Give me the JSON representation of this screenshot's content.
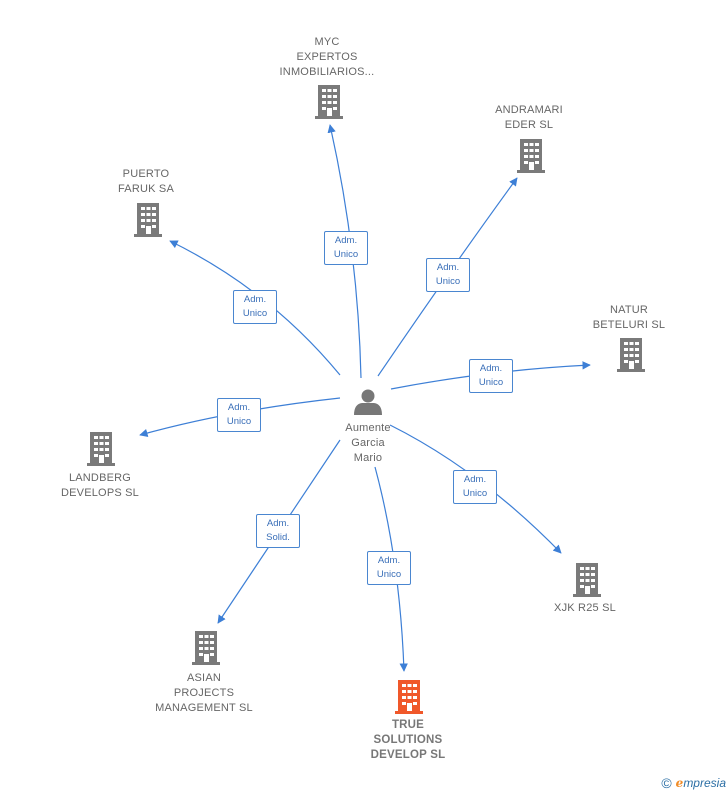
{
  "center": {
    "label": "Aumente\nGarcia\nMario",
    "icon": "person-icon"
  },
  "companies": [
    {
      "id": "myc",
      "label": "MYC\nEXPERTOS\nINMOBILIARIOS...",
      "role": "Adm.\nUnico",
      "highlight": false
    },
    {
      "id": "andramari",
      "label": "ANDRAMARI\nEDER SL",
      "role": "Adm.\nUnico",
      "highlight": false
    },
    {
      "id": "puerto",
      "label": "PUERTO\nFARUK SA",
      "role": "Adm.\nUnico",
      "highlight": false
    },
    {
      "id": "natur",
      "label": "NATUR\nBETELURI  SL",
      "role": "Adm.\nUnico",
      "highlight": false
    },
    {
      "id": "landberg",
      "label": "LANDBERG\nDEVELOPS SL",
      "role": "Adm.\nUnico",
      "highlight": false
    },
    {
      "id": "xjk",
      "label": "XJK R25 SL",
      "role": "Adm.\nUnico",
      "highlight": false
    },
    {
      "id": "asian",
      "label": "ASIAN\nPROJECTS\nMANAGEMENT SL",
      "role": "Adm.\nSolid.",
      "highlight": false
    },
    {
      "id": "true",
      "label": "TRUE\nSOLUTIONS\nDEVELOP  SL",
      "role": "Adm.\nUnico",
      "highlight": true
    }
  ],
  "colors": {
    "edge": "#3d7fd6",
    "building": "#7a7a7a",
    "building_highlight": "#f0582a",
    "person": "#777777"
  },
  "footer": {
    "copyright": "©",
    "brand_initial": "e",
    "brand_rest": "mpresia"
  }
}
